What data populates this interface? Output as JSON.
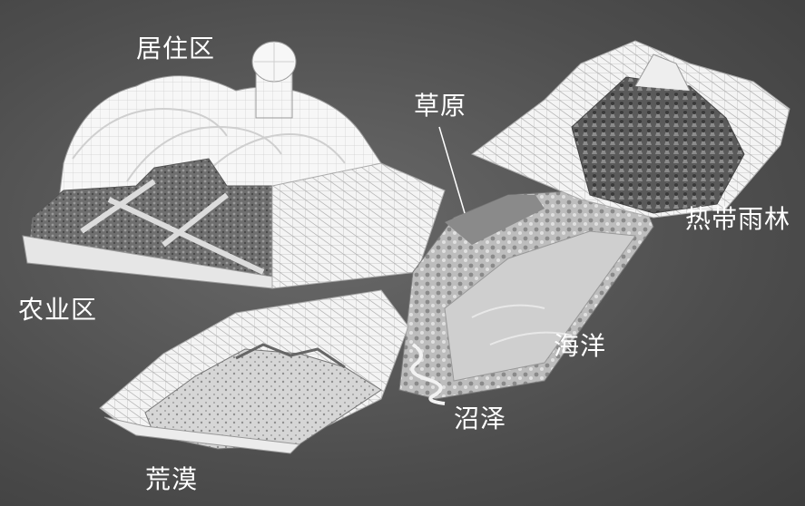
{
  "labels": {
    "residential": "居住区",
    "grassland": "草原",
    "rainforest": "热带雨林",
    "agriculture": "农业区",
    "ocean": "海洋",
    "marsh": "沼泽",
    "desert": "荒漠"
  },
  "colors": {
    "background": "#4e4e4e",
    "glass": "#f4f4f4",
    "grid": "#b8b8b8",
    "label": "#ffffff"
  }
}
